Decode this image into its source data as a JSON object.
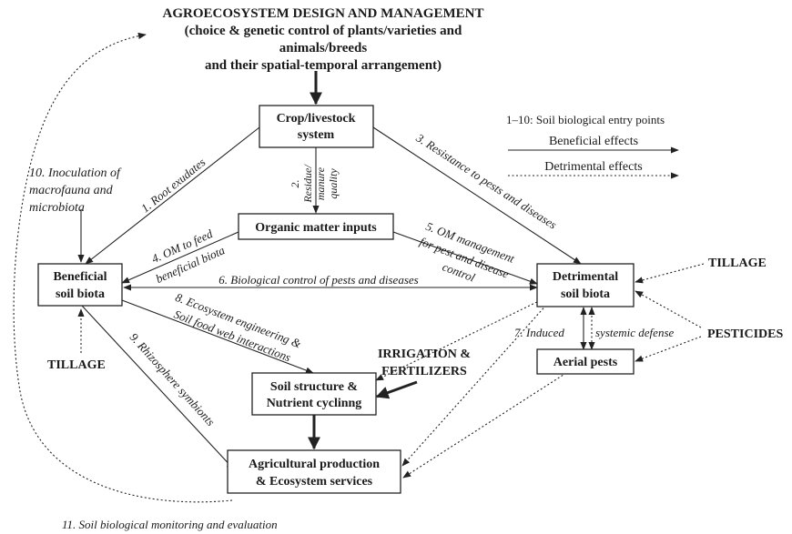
{
  "header": {
    "title": "AGROECOSYSTEM DESIGN AND MANAGEMENT",
    "line2": "(choice & genetic control of plants/varieties and",
    "line3": "animals/breeds",
    "line4": "and their spatial-temporal arrangement)"
  },
  "legend": {
    "entry_points": "1–10: Soil biological entry points",
    "beneficial": "Beneficial effects",
    "detrimental": "Detrimental effects"
  },
  "boxes": {
    "crop_line1": "Crop/livestock",
    "crop_line2": "system",
    "organic": "Organic matter inputs",
    "beneficial_line1": "Beneficial",
    "beneficial_line2": "soil biota",
    "detrimental_line1": "Detrimental",
    "detrimental_line2": "soil biota",
    "aerial": "Aerial pests",
    "soil_line1": "Soil structure &",
    "soil_line2": "Nutrient cyclinng",
    "agri_line1": "Agricultural production",
    "agri_line2": "& Ecosystem services"
  },
  "labels": {
    "tillage_right": "TILLAGE",
    "pesticides": "PESTICIDES",
    "tillage_left": "TILLAGE",
    "irrigation_line1": "IRRIGATION &",
    "irrigation_line2": "FERTILIZERS",
    "l1": "1. Root exudates",
    "l2_a": "2.",
    "l2_b": "Residue/",
    "l2_c": "manure",
    "l2_d": "quality",
    "l3": "3. Resistance to pests and diseases",
    "l4_a": "4. OM to feed",
    "l4_b": "beneficial biota",
    "l5_a": "5. OM management",
    "l5_b": "for pest and disease",
    "l5_c": "control",
    "l6": "6. Biological control of pests and diseases",
    "l7_a": "7. Induced",
    "l7_b": "systemic defense",
    "l8_a": "8. Ecosystem engineering &",
    "l8_b": "Soil food web interactions",
    "l9": "9. Rhizosphere symbionts",
    "l10_a": "10. Inoculation of",
    "l10_b": "macrofauna and",
    "l10_c": "microbiota",
    "l11": "11. Soil biological monitoring and evaluation"
  }
}
